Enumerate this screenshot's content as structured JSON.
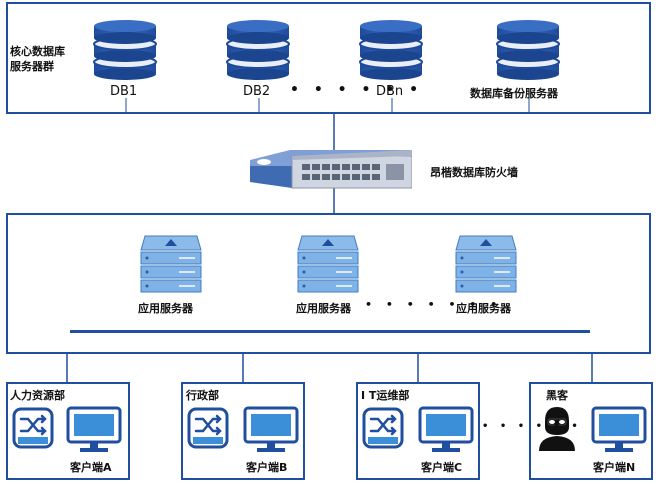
{
  "core": {
    "group_label": "核心数据库\n服务器群",
    "databases": [
      {
        "label": "DB1"
      },
      {
        "label": "DB2"
      },
      {
        "label": "DBn"
      },
      {
        "label": "数据库备份服务器"
      }
    ],
    "ellipsis": "• • • • • •"
  },
  "firewall": {
    "label": "昂楷数据库防火墙",
    "color": "#3f6bb3"
  },
  "app": {
    "servers": [
      {
        "label": "应用服务器"
      },
      {
        "label": "应用服务器"
      },
      {
        "label": "应用服务器"
      }
    ],
    "ellipsis": "• • • • • • •"
  },
  "clients": [
    {
      "dept": "人力资源部",
      "label": "客户端A"
    },
    {
      "dept": "行政部",
      "label": "客户端B"
    },
    {
      "dept": "I T运维部",
      "label": "客户端C"
    },
    {
      "dept": "黑客",
      "label": "客户端N"
    }
  ],
  "clients_ellipsis": "• • • • • •",
  "colors": {
    "border": "#1f4f9e",
    "db": "#2c55a8",
    "server": "#7fb2e6",
    "monitor": "#3a8fd8"
  }
}
